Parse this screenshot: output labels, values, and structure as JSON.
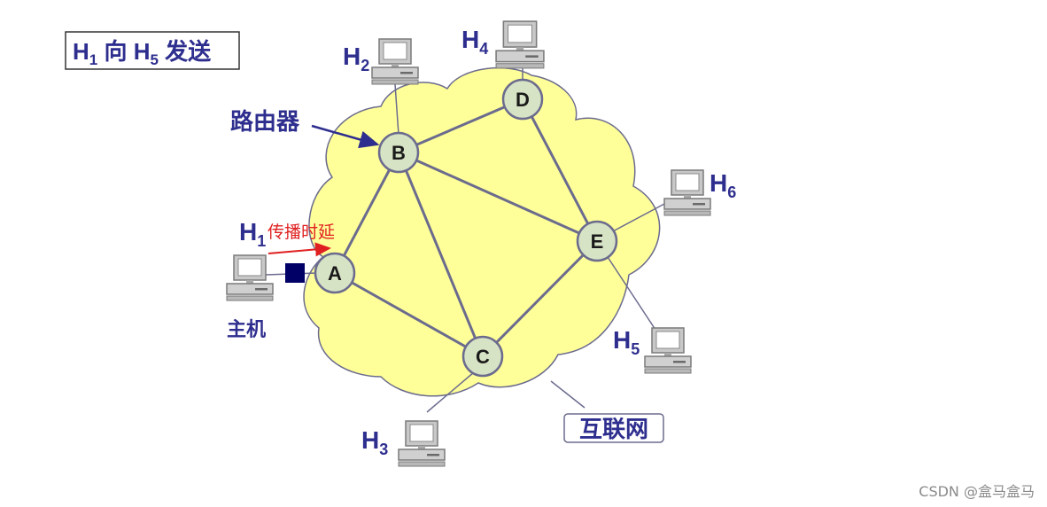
{
  "title": {
    "main": "H",
    "sub": "1",
    "mid": " 向 H",
    "sub2": "5",
    "tail": " 发送"
  },
  "labels": {
    "router": "路由器",
    "host": "主机",
    "internet": "互联网",
    "delay": "传播时延"
  },
  "hosts": {
    "H1": {
      "main": "H",
      "sub": "1"
    },
    "H2": {
      "main": "H",
      "sub": "2"
    },
    "H3": {
      "main": "H",
      "sub": "3"
    },
    "H4": {
      "main": "H",
      "sub": "4"
    },
    "H5": {
      "main": "H",
      "sub": "5"
    },
    "H6": {
      "main": "H",
      "sub": "6"
    }
  },
  "routers": {
    "A": "A",
    "B": "B",
    "C": "C",
    "D": "D",
    "E": "E"
  },
  "watermark": "CSDN @盒马盒马",
  "colors": {
    "cloud": "#ffff99",
    "router_fill": "#d7e3c5",
    "link": "#6b6b8e",
    "label": "#2e2e8f",
    "arrow": "#e02020",
    "packet": "#000066"
  }
}
